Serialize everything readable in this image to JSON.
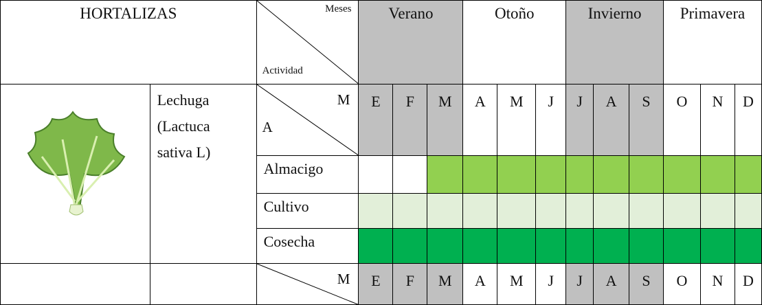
{
  "header": {
    "hortalizas": "HORTALIZAS",
    "meses": "Meses",
    "actividad": "Actividad",
    "seasons": [
      "Verano",
      "Otoño",
      "Invierno",
      "Primavera"
    ]
  },
  "months": [
    "E",
    "F",
    "M",
    "A",
    "M",
    "J",
    "J",
    "A",
    "S",
    "O",
    "N",
    "D"
  ],
  "month_marker": {
    "m": "M",
    "a": "A"
  },
  "vegetable": {
    "name_lines": [
      "Lechuga",
      "(Lactuca",
      "sativa L)"
    ],
    "image_icon": "lettuce-icon"
  },
  "activities": [
    {
      "label": "Almacigo",
      "active_months": [
        false,
        false,
        true,
        true,
        true,
        true,
        true,
        true,
        true,
        true,
        true,
        true
      ],
      "color": "#92d050"
    },
    {
      "label": "Cultivo",
      "active_months": [
        true,
        true,
        true,
        true,
        true,
        true,
        true,
        true,
        true,
        true,
        true,
        true
      ],
      "color": "#e2efd9"
    },
    {
      "label": "Cosecha",
      "active_months": [
        true,
        true,
        true,
        true,
        true,
        true,
        true,
        true,
        true,
        true,
        true,
        true
      ],
      "color": "#00b050"
    }
  ],
  "colors": {
    "gray": "#c0c0c0",
    "almacigo": "#92d050",
    "cultivo": "#e2efd9",
    "cosecha": "#00b050"
  }
}
